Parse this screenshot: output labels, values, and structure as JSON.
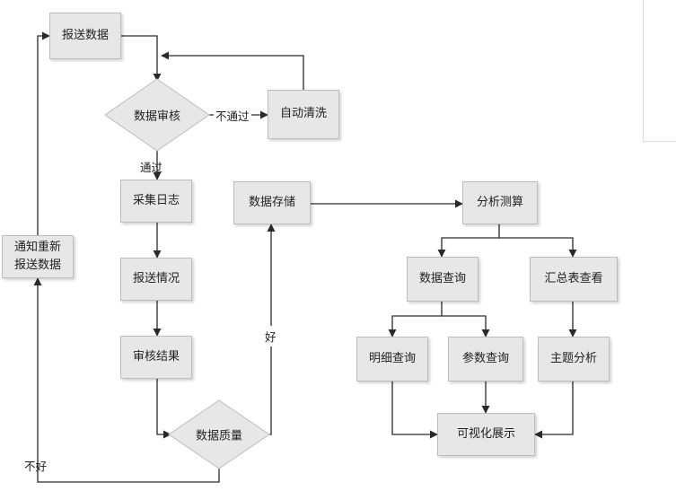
{
  "nodes": {
    "report_data": "报送数据",
    "data_review": "数据审核",
    "auto_clean": "自动清洗",
    "collect_log": "采集日志",
    "report_status": "报送情况",
    "review_result": "审核结果",
    "data_quality": "数据质量",
    "notify_line1": "通知重新",
    "notify_line2": "报送数据",
    "data_storage": "数据存储",
    "analysis_calc": "分析测算",
    "data_query": "数据查询",
    "summary_view": "汇总表查看",
    "detail_query": "明细查询",
    "param_query": "参数查询",
    "topic_analysis": "主题分析",
    "visual_display": "可视化展示"
  },
  "edge_labels": {
    "not_pass": "不通过",
    "pass": "通过",
    "good": "好",
    "not_good": "不好"
  }
}
